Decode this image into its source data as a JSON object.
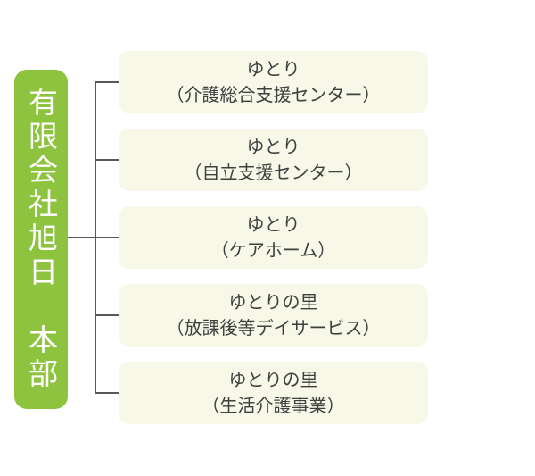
{
  "page": {
    "type": "organization-chart"
  },
  "colors": {
    "headquarters_green": "#8dc33e",
    "unit_box_background": "#f7f8e8",
    "connector_gray": "#595757",
    "unit_text": "#3f3f3f",
    "headquarters_text": "#ffffff",
    "page_background": "#ffffff"
  },
  "headquarters": {
    "label": "有限会社旭日　本部"
  },
  "units": [
    {
      "name": "ゆとり",
      "subtitle": "（介護総合支援センター）"
    },
    {
      "name": "ゆとり",
      "subtitle": "（自立支援センター）"
    },
    {
      "name": "ゆとり",
      "subtitle": "（ケアホーム）"
    },
    {
      "name": "ゆとりの里",
      "subtitle": "（放課後等デイサービス）"
    },
    {
      "name": "ゆとりの里",
      "subtitle": "（生活介護事業）"
    }
  ]
}
